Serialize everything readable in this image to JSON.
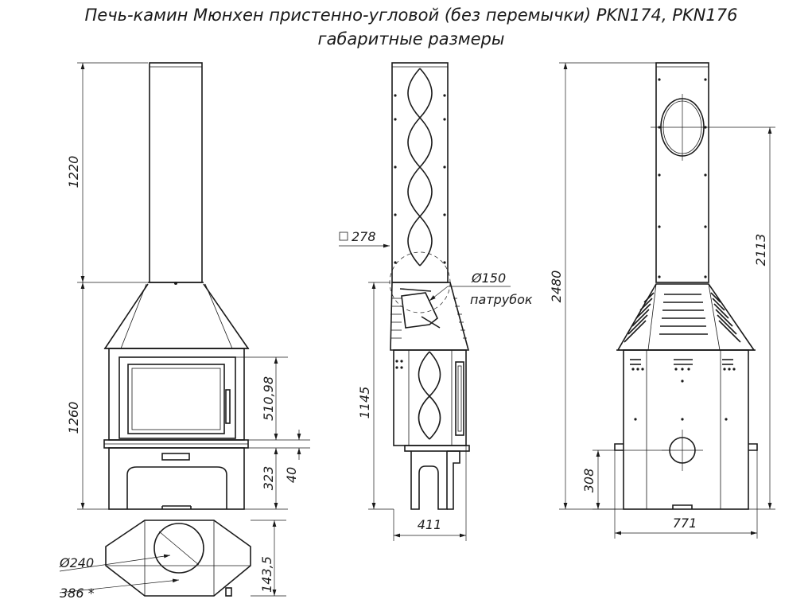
{
  "title": "Печь-камин Мюнхен пристенно-угловой (без перемычки) PKN174, PKN176",
  "subtitle": "габаритные размеры",
  "front_view": {
    "dim_chimney_height": "1220",
    "dim_body_height": "1260",
    "dim_door_height": "510,98",
    "dim_base_height": "323",
    "dim_step": "40"
  },
  "top_view": {
    "dim_diameter": "Ø240",
    "dim_width": "386 *",
    "dim_depth": "143,5"
  },
  "side_view": {
    "dim_chimney_square": "278",
    "dim_pipe_diameter": "Ø150",
    "pipe_note": "патрубок",
    "dim_firebox_height": "1145",
    "dim_width": "411"
  },
  "back_view": {
    "dim_total_height": "2480",
    "dim_upper_height": "2113",
    "dim_outlet_height": "308",
    "dim_width": "771"
  }
}
